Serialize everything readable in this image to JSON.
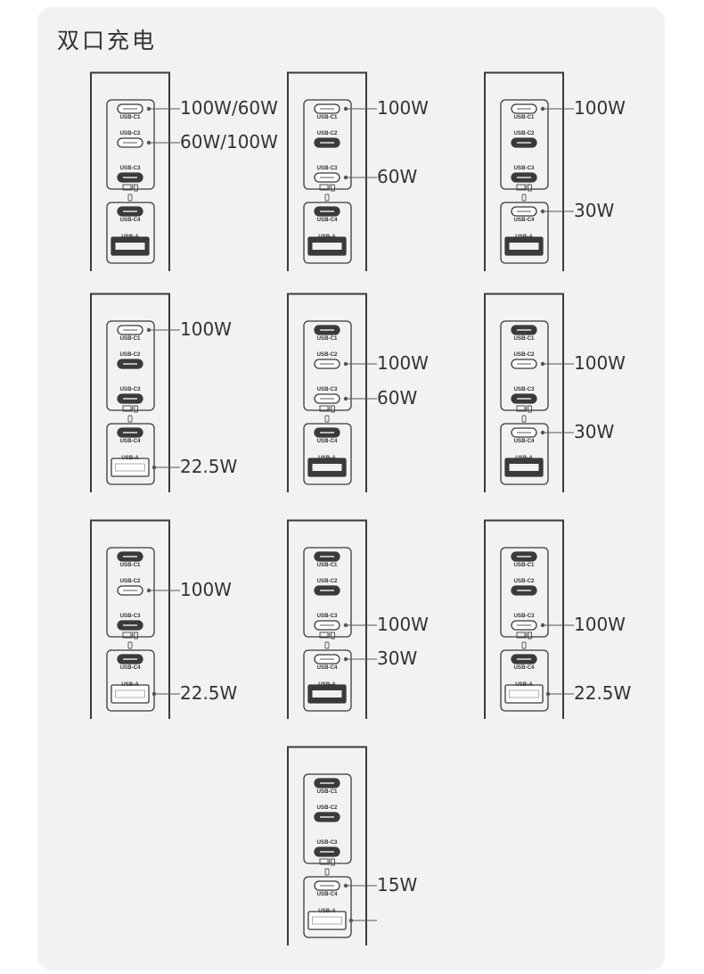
{
  "heading": "双口充电",
  "port_labels": {
    "c1": "USB-C1",
    "c2": "USB-C2",
    "c3": "USB-C3",
    "c4": "USB-C4",
    "a": "USB-A"
  },
  "configs": [
    {
      "ports": [
        "c1",
        "c2"
      ],
      "watts": [
        "100W/60W",
        "60W/100W"
      ]
    },
    {
      "ports": [
        "c1",
        "c3"
      ],
      "watts": [
        "100W",
        "60W"
      ]
    },
    {
      "ports": [
        "c1",
        "c4"
      ],
      "watts": [
        "100W",
        "30W"
      ]
    },
    {
      "ports": [
        "c1",
        "a"
      ],
      "watts": [
        "100W",
        "22.5W"
      ]
    },
    {
      "ports": [
        "c2",
        "c3"
      ],
      "watts": [
        "100W",
        "60W"
      ]
    },
    {
      "ports": [
        "c2",
        "c4"
      ],
      "watts": [
        "100W",
        "30W"
      ]
    },
    {
      "ports": [
        "c2",
        "a"
      ],
      "watts": [
        "100W",
        "22.5W"
      ]
    },
    {
      "ports": [
        "c3",
        "c4"
      ],
      "watts": [
        "100W",
        "30W"
      ]
    },
    {
      "ports": [
        "c3",
        "a"
      ],
      "watts": [
        "100W",
        "22.5W"
      ]
    },
    {
      "ports": [
        "c4",
        "a"
      ],
      "watts": [
        "15W"
      ]
    }
  ]
}
